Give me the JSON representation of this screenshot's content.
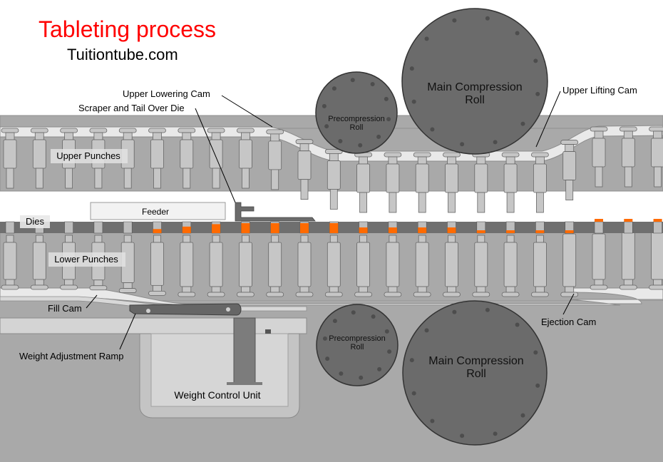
{
  "header": {
    "title": "Tableting process",
    "subtitle": "Tuitiontube.com"
  },
  "colors": {
    "title": "#ff0000",
    "body_grey": "#a9a9a9",
    "track": "#e9e9e9",
    "punch": "#c6c6c6",
    "roll": "#6b6b6b",
    "roll_dot": "#4d4d4d",
    "die_bar": "#6f6f6f",
    "granule": "#ff6a00",
    "feeder": "#f2f2f2"
  },
  "labels": {
    "upper_lowering_cam": "Upper  Lowering Cam",
    "scraper": "Scraper and Tail Over Die",
    "upper_punches": "Upper Punches",
    "dies": "Dies",
    "feeder": "Feeder",
    "lower_punches": "Lower Punches",
    "fill_cam": "Fill Cam",
    "weight_adjustment_ramp": "Weight Adjustment Ramp",
    "weight_control_unit": "Weight Control Unit",
    "upper_lifting_cam": "Upper  Lifting Cam",
    "ejection_cam": "Ejection Cam",
    "precompression_roll_upper": [
      "Precompression",
      "Roll"
    ],
    "precompression_roll_lower": [
      "Precompression",
      "Roll"
    ],
    "main_compression_roll_upper": [
      "Main Compression",
      "Roll"
    ],
    "main_compression_roll_lower": [
      "Main Compression",
      "Roll"
    ]
  },
  "icons": [
    "roll-bolt-icon",
    "scraper-icon",
    "ramp-pin-icon"
  ]
}
